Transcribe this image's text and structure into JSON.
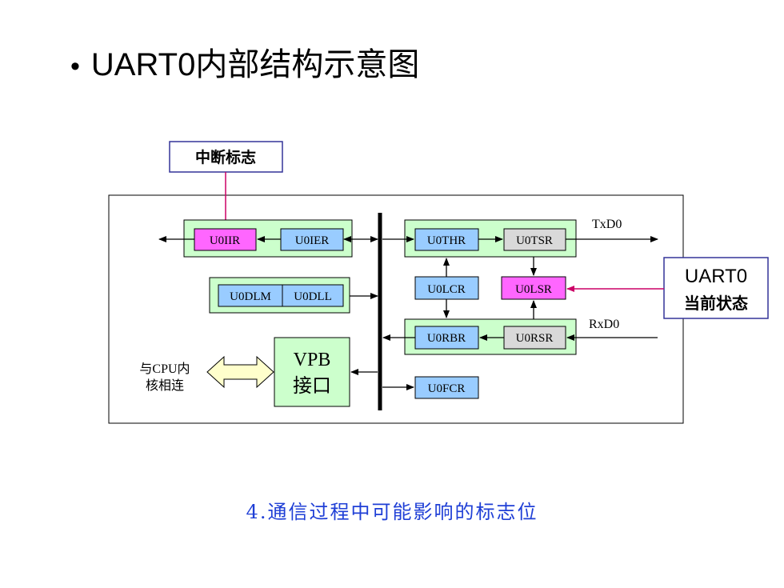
{
  "slide": {
    "bullet": "•",
    "title": "UART0内部结构示意图",
    "caption": "4.通信过程中可能影响的标志位"
  },
  "diagram": {
    "interrupt_flag_label": "中断标志",
    "uart_state_label_line1": "UART0",
    "uart_state_label_line2": "当前状态",
    "txd_label": "TxD0",
    "rxd_label": "RxD0",
    "cpu_label_line1": "与CPU内",
    "cpu_label_line2": "核相连",
    "vpb_line1": "VPB",
    "vpb_line2": "接口",
    "registers": {
      "u0iir": "U0IIR",
      "u0ier": "U0IER",
      "u0dlm": "U0DLM",
      "u0dll": "U0DLL",
      "u0thr": "U0THR",
      "u0tsr": "U0TSR",
      "u0lcr": "U0LCR",
      "u0lsr": "U0LSR",
      "u0rbr": "U0RBR",
      "u0rsr": "U0RSR",
      "u0fcr": "U0FCR"
    },
    "colors": {
      "group_fill": "#ccffcc",
      "register_blue": "#99ccff",
      "register_pink": "#ff66ff",
      "register_gray": "#d9d9d9",
      "callout_border": "#333399",
      "pointer_line": "#cc0066",
      "caption_color": "#1f3fd6",
      "cpu_arrow_fill": "#ffffcc"
    }
  }
}
